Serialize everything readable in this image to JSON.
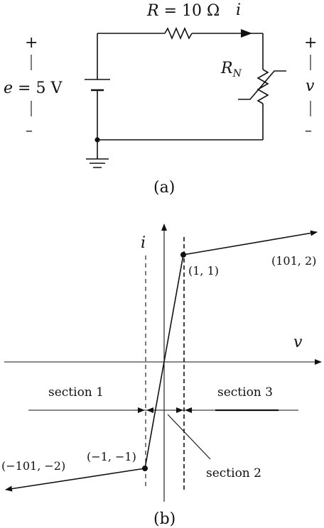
{
  "circuit": {
    "resistor_label_var": "R",
    "resistor_label_val": "= 10 Ω",
    "current_label": "i",
    "source_label_var": "e",
    "source_label_val": "= 5 V",
    "nonlinear_label_var": "R",
    "nonlinear_label_sub": "N",
    "voltage_label": "v",
    "plus": "+",
    "minus": "–",
    "caption": "(a)"
  },
  "graph": {
    "x_axis_label": "v",
    "y_axis_label": "i",
    "caption": "(b)",
    "point_top": "(1, 1)",
    "point_right": "(101, 2)",
    "point_bottom": "(−1, −1)",
    "point_left": "(−101, −2)",
    "section1": "section 1",
    "section2": "section 2",
    "section3": "section 3"
  }
}
